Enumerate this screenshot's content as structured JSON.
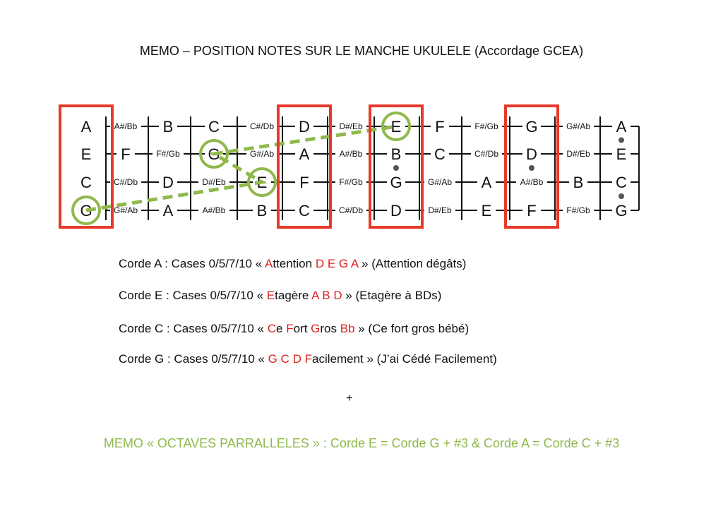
{
  "title": "MEMO – POSITION NOTES SUR LE MANCHE UKULELE (Accordage GCEA)",
  "fretboard": {
    "strings": [
      {
        "name": "A",
        "notes": [
          "A",
          "A#/Bb",
          "B",
          "C",
          "C#/Db",
          "D",
          "D#/Eb",
          "E",
          "F",
          "F#/Gb",
          "G",
          "G#/Ab",
          "A"
        ]
      },
      {
        "name": "E",
        "notes": [
          "E",
          "F",
          "F#/Gb",
          "G",
          "G#/Ab",
          "A",
          "A#/Bb",
          "B",
          "C",
          "C#/Db",
          "D",
          "D#/Eb",
          "E"
        ]
      },
      {
        "name": "C",
        "notes": [
          "C",
          "C#/Db",
          "D",
          "D#/Eb",
          "E",
          "F",
          "F#/Gb",
          "G",
          "G#/Ab",
          "A",
          "A#/Bb",
          "B",
          "C"
        ]
      },
      {
        "name": "G",
        "notes": [
          "G",
          "G#/Ab",
          "A",
          "A#/Bb",
          "B",
          "C",
          "C#/Db",
          "D",
          "D#/Eb",
          "E",
          "F",
          "F#/Gb",
          "G"
        ]
      }
    ],
    "highlight_frets": [
      0,
      5,
      7,
      10
    ],
    "circled": [
      [
        3,
        0
      ],
      [
        2,
        4
      ],
      [
        1,
        3
      ],
      [
        0,
        7
      ]
    ],
    "dots_between": [
      [
        7,
        1
      ],
      [
        10,
        1
      ],
      [
        12,
        0
      ],
      [
        12,
        2
      ]
    ],
    "colors": {
      "box": "#e8392a",
      "circle": "#8fb94b",
      "text": "#111111"
    }
  },
  "lines": [
    {
      "prefix": "Corde A : Cases 0/5/7/10 « ",
      "segments": [
        {
          "t": "A",
          "red": true
        },
        {
          "t": "ttention ",
          "red": false
        },
        {
          "t": "D E G A",
          "red": true
        }
      ],
      "suffix": " » (Attention dégâts)"
    },
    {
      "prefix": "Corde E : Cases 0/5/7/10 « ",
      "segments": [
        {
          "t": "E",
          "red": true
        },
        {
          "t": "tagère ",
          "red": false
        },
        {
          "t": "A B D",
          "red": true
        }
      ],
      "suffix": " » (Etagère à BDs)"
    },
    {
      "prefix": "Corde C : Cases 0/5/7/10 « ",
      "segments": [
        {
          "t": "C",
          "red": true
        },
        {
          "t": "e ",
          "red": false
        },
        {
          "t": "F",
          "red": true
        },
        {
          "t": "ort ",
          "red": false
        },
        {
          "t": "G",
          "red": true
        },
        {
          "t": "ros ",
          "red": false
        },
        {
          "t": "Bb",
          "red": true
        }
      ],
      "suffix": " » (Ce fort gros bébé)"
    },
    {
      "prefix": "Corde G : Cases 0/5/7/10 « ",
      "segments": [
        {
          "t": "G C D ",
          "red": true
        },
        {
          "t": "F",
          "red": true
        },
        {
          "t": "acilement",
          "red": false
        }
      ],
      "suffix": " » (J’ai Cédé Facilement)"
    }
  ],
  "plus": "+",
  "memo": "MEMO « OCTAVES PARRALLELES » : Corde E = Corde G + #3 & Corde A = Corde C + #3"
}
